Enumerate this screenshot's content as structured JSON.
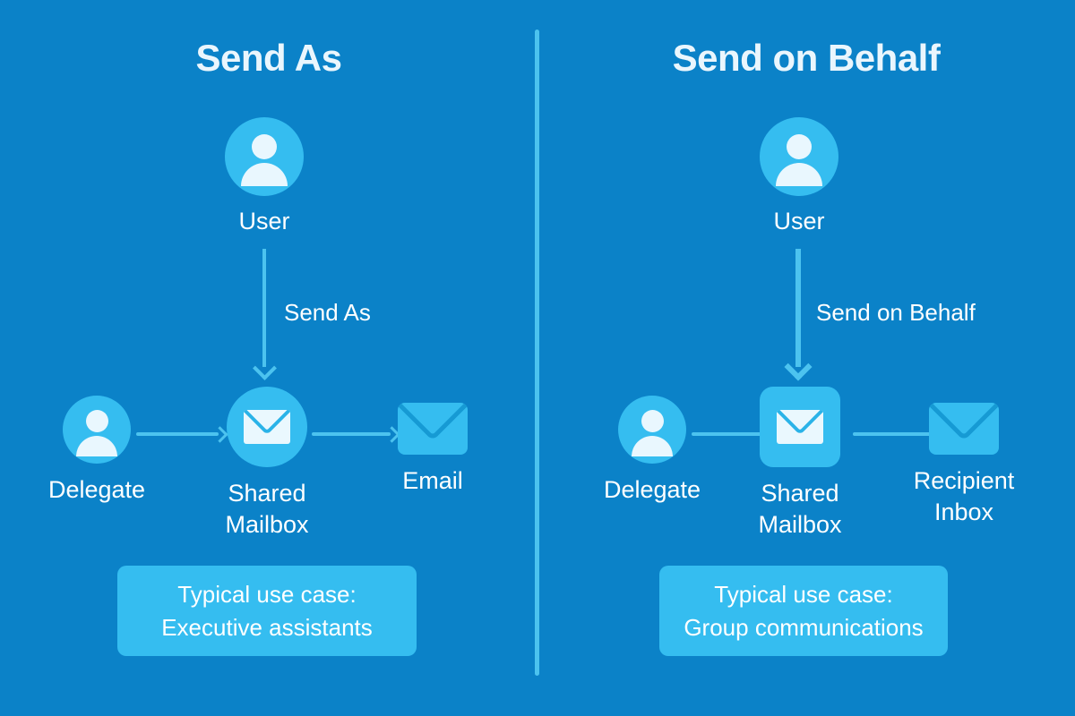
{
  "theme": {
    "background": "#0b82c8",
    "accent": "#35bdf0",
    "connector": "#4cc3ef",
    "text": "#ffffff",
    "title_text": "#eaf6fd",
    "envelope_light": "#eaf8fe",
    "envelope_fold": "#2ab3e8"
  },
  "panels": [
    {
      "id": "send-as",
      "title": "Send As",
      "user": {
        "label": "User",
        "icon": "user-avatar-icon"
      },
      "flow_label": "Send As",
      "nodes": [
        {
          "id": "delegate",
          "label": "Delegate",
          "icon": "user-avatar-icon"
        },
        {
          "id": "shared-mailbox",
          "label": "Shared\nMailbox",
          "icon": "envelope-circle-icon"
        },
        {
          "id": "email",
          "label": "Email",
          "icon": "envelope-icon"
        }
      ],
      "connectors": [
        {
          "from": "delegate",
          "to": "shared-mailbox",
          "arrowhead": true
        },
        {
          "from": "shared-mailbox",
          "to": "email",
          "arrowhead": true
        }
      ],
      "usecase": "Typical use case:\nExecutive assistants"
    },
    {
      "id": "send-on-behalf",
      "title": "Send on Behalf",
      "user": {
        "label": "User",
        "icon": "user-avatar-icon"
      },
      "flow_label": "Send on Behalf",
      "nodes": [
        {
          "id": "delegate",
          "label": "Delegate",
          "icon": "user-avatar-icon"
        },
        {
          "id": "shared-mailbox",
          "label": "Shared\nMailbox",
          "icon": "envelope-square-icon"
        },
        {
          "id": "recipient-inbox",
          "label": "Recipient\nInbox",
          "icon": "envelope-icon"
        }
      ],
      "connectors": [
        {
          "from": "delegate",
          "to": "shared-mailbox",
          "arrowhead": true
        },
        {
          "from": "shared-mailbox",
          "to": "recipient-inbox",
          "arrowhead": false
        }
      ],
      "usecase": "Typical use case:\nGroup communications"
    }
  ]
}
